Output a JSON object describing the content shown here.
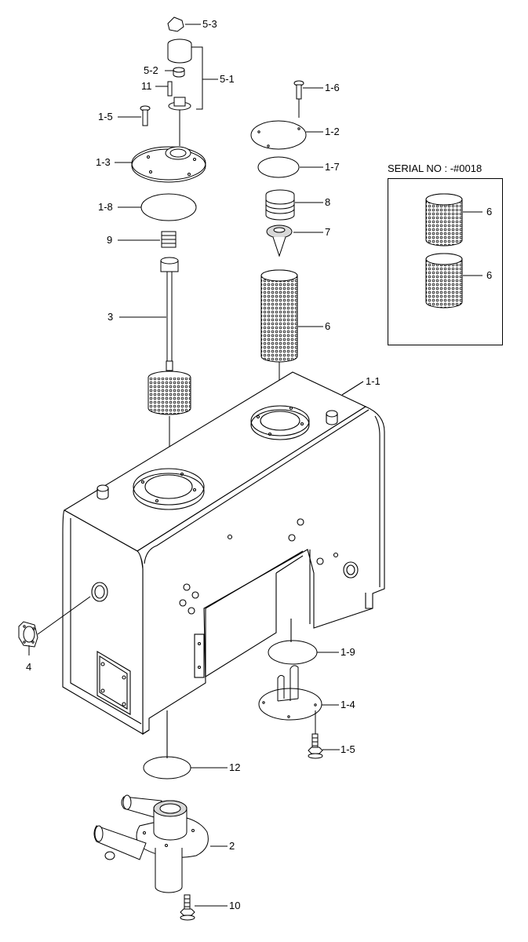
{
  "callouts": [
    {
      "id": "c53",
      "text": "5-3"
    },
    {
      "id": "c52",
      "text": "5-2"
    },
    {
      "id": "c51",
      "text": "5-1"
    },
    {
      "id": "c11",
      "text": "11"
    },
    {
      "id": "c15a",
      "text": "1-5"
    },
    {
      "id": "c13",
      "text": "1-3"
    },
    {
      "id": "c18",
      "text": "1-8"
    },
    {
      "id": "c9",
      "text": "9"
    },
    {
      "id": "c3",
      "text": "3"
    },
    {
      "id": "c16",
      "text": "1-6"
    },
    {
      "id": "c12",
      "text": "1-2"
    },
    {
      "id": "c17",
      "text": "1-7"
    },
    {
      "id": "c8",
      "text": "8"
    },
    {
      "id": "c7",
      "text": "7"
    },
    {
      "id": "c6",
      "text": "6"
    },
    {
      "id": "c6b",
      "text": "6"
    },
    {
      "id": "c6c",
      "text": "6"
    },
    {
      "id": "c11b",
      "text": "1-1"
    },
    {
      "id": "c4",
      "text": "4"
    },
    {
      "id": "c19",
      "text": "1-9"
    },
    {
      "id": "c14",
      "text": "1-4"
    },
    {
      "id": "c15b",
      "text": "1-5"
    },
    {
      "id": "c12b",
      "text": "12"
    },
    {
      "id": "c2",
      "text": "2"
    },
    {
      "id": "c10",
      "text": "10"
    }
  ],
  "inset": {
    "serial_label": "SERIAL NO : -#0018"
  },
  "colors": {
    "ink": "#000000",
    "paper": "#ffffff",
    "shade": "#d8d8d8"
  }
}
